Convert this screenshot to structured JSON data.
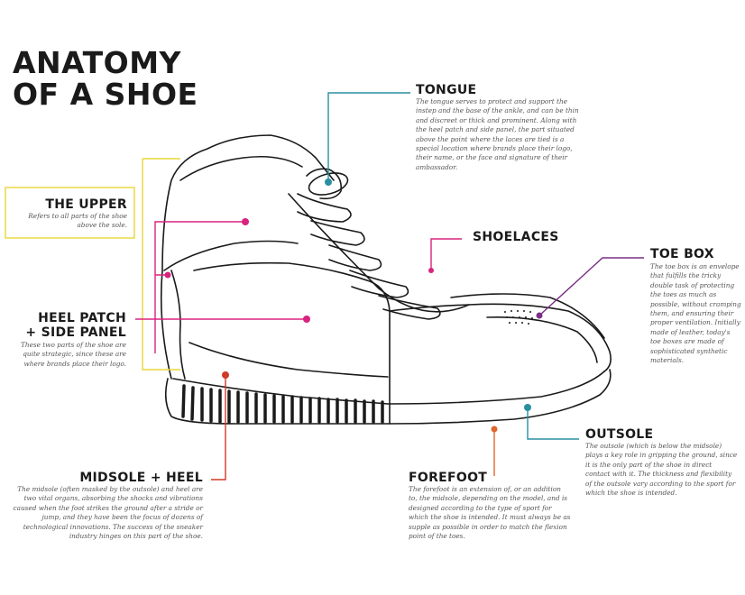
{
  "title": {
    "line1": "ANATOMY",
    "line2": "OF A SHOE"
  },
  "colors": {
    "upper": "#e8d53a",
    "tongue": "#2a8fa0",
    "heel_patch": "#d8237f",
    "shoelaces": "#d8237f",
    "toe_box": "#7a2f86",
    "midsole": "#cf3a26",
    "outsole": "#2a8fa0",
    "forefoot": "#e0662a",
    "outline": "#1a1a1a"
  },
  "parts": {
    "tongue": {
      "label": "TONGUE",
      "description": "The tongue serves to protect and support the instep and the base of the ankle, and can be thin and discreet or thick and prominent. Along with the heel patch and side panel, the part situated above the point where the laces are tied is a special location where brands place their logo, their name, or the face and signature of their ambassador."
    },
    "upper": {
      "label": "THE UPPER",
      "description": "Refers to all parts of the shoe above the sole."
    },
    "shoelaces": {
      "label": "SHOELACES"
    },
    "toe_box": {
      "label": "TOE BOX",
      "description": "The toe box is an envelope that fulfills the tricky double task of protecting the toes as much as possible, without cramping them, and ensuring their proper ventilation. Initially made of leather, today's toe boxes are made of sophisticated synthetic materials."
    },
    "heel_patch": {
      "label_line1": "HEEL PATCH",
      "label_line2": "+ SIDE PANEL",
      "description": "These two parts of the shoe are quite strategic, since these are where brands place their logo."
    },
    "outsole": {
      "label": "OUTSOLE",
      "description": "The outsole (which is below the midsole) plays a key role in gripping the ground, since it is the only part of the shoe in direct contact with it. The thickness and flexibility of the outsole vary according to the sport for which the shoe is intended."
    },
    "midsole": {
      "label": "MIDSOLE + HEEL",
      "description": "The midsole (often masked by the outsole) and heel are two vital organs, absorbing the shocks and vibrations caused when the foot strikes the ground after a stride or jump, and they have been the focus of dozens of technological innovations. The success of the sneaker industry hinges on this part of the shoe."
    },
    "forefoot": {
      "label": "FOREFOOT",
      "description": "The forefoot is an extension of, or an addition to, the midsole, depending on the model, and is designed according to the type of sport for which the shoe is intended. It must always be as supple as possible in order to match the flexion point of the toes."
    }
  }
}
